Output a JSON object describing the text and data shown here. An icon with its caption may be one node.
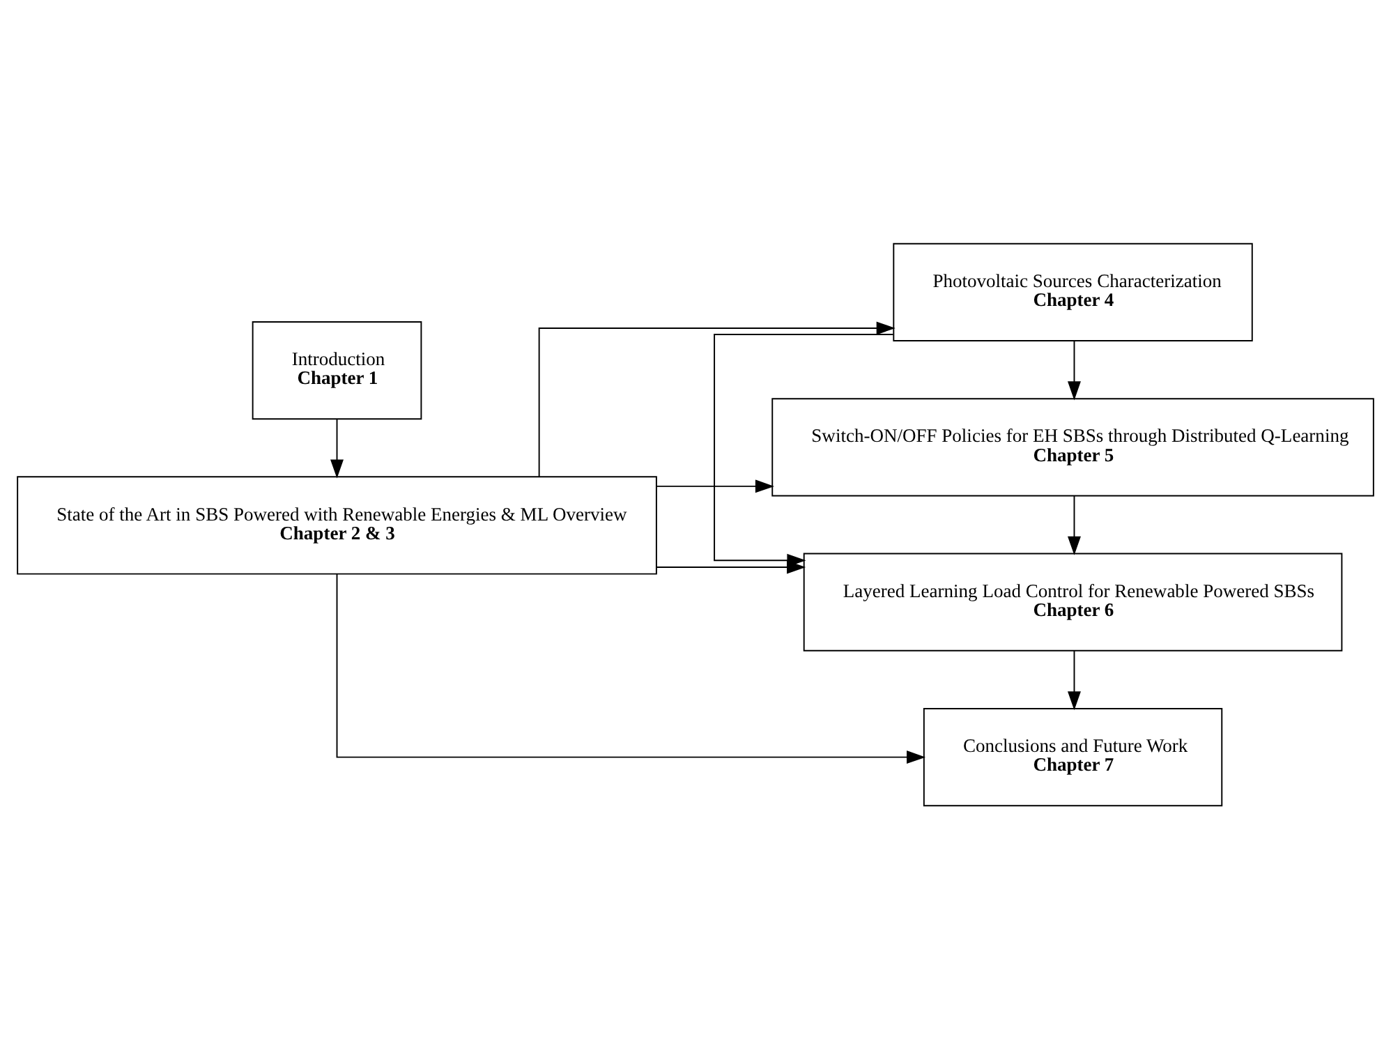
{
  "diagram": {
    "nodes": [
      {
        "text": [
          "Introduction",
          "Chapter 1"
        ]
      },
      {
        "text": [
          "State of the Art in SBS Powered with Renewable Energies & ML Overview",
          "Chapter 2 & 3"
        ]
      },
      {
        "text": [
          "Photovoltaic Sources Characterization",
          "Chapter 4"
        ]
      },
      {
        "text": [
          "Switch-ON/OFF Policies for EH SBSs through Distributed Q-Learning",
          "Chapter 5"
        ]
      },
      {
        "text": [
          "Layered Learning Load Control for Renewable Powered SBSs",
          "Chapter 6"
        ]
      },
      {
        "text": [
          "Conclusions and Future Work",
          "Chapter 7"
        ]
      }
    ],
    "edges": [
      {
        "from": 0,
        "to": 1,
        "arrow": "to"
      },
      {
        "from": 1,
        "to": 2,
        "arrow": "to"
      },
      {
        "from": 1,
        "to": 3,
        "arrow": "to"
      },
      {
        "from": 1,
        "to": 4,
        "arrow": "to"
      },
      {
        "from": 1,
        "to": 5,
        "arrow": "to"
      },
      {
        "from": 2,
        "to": 3,
        "arrow": "to"
      },
      {
        "from": 2,
        "to": 4,
        "arrow": "to"
      },
      {
        "from": 3,
        "to": 4,
        "arrow": "to"
      },
      {
        "from": 4,
        "to": 5,
        "arrow": "to"
      }
    ]
  }
}
